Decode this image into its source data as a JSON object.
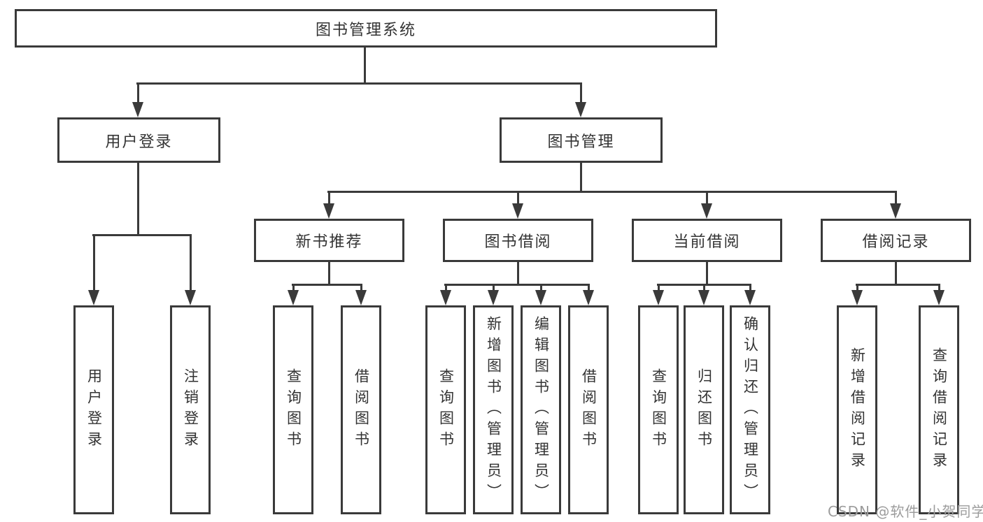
{
  "colors": {
    "line": "#3a3a3a",
    "text": "#333333",
    "background": "#ffffff",
    "watermark": "#9c9c9c"
  },
  "root_label": "图书管理系统",
  "branches": {
    "user": {
      "label": "用户登录",
      "leaves": [
        "用户登录",
        "注销登录"
      ]
    },
    "mgmt": {
      "label": "图书管理"
    }
  },
  "sections": [
    {
      "label": "新书推荐",
      "leaves": [
        "查询图书",
        "借阅图书"
      ]
    },
    {
      "label": "图书借阅",
      "leaves": [
        "查询图书",
        "新增图书（管理员）",
        "编辑图书（管理员）",
        "借阅图书"
      ]
    },
    {
      "label": "当前借阅",
      "leaves": [
        "查询图书",
        "归还图书",
        "确认归还（管理员）"
      ]
    },
    {
      "label": "借阅记录",
      "leaves": [
        "新增借阅记录",
        "查询借阅记录"
      ]
    }
  ],
  "watermark": "CSDN @软件_小贺同学"
}
